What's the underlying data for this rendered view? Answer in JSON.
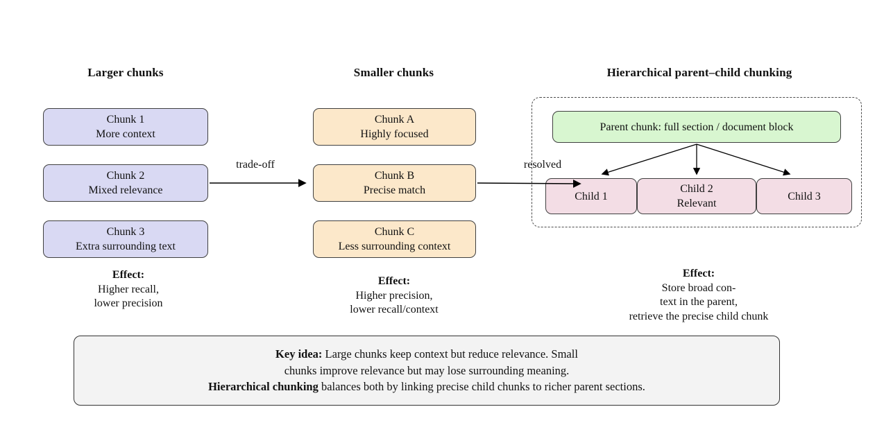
{
  "colors": {
    "larger_fill": "#d9d9f3",
    "smaller_fill": "#fce8ca",
    "parent_fill": "#d8f6d0",
    "child_fill": "#f3dde5",
    "keyidea_fill": "#f3f3f3"
  },
  "columns": {
    "larger": {
      "title": "Larger chunks",
      "chunks": [
        {
          "line1": "Chunk 1",
          "line2": "More context"
        },
        {
          "line1": "Chunk 2",
          "line2": "Mixed relevance"
        },
        {
          "line1": "Chunk 3",
          "line2": "Extra surrounding text"
        }
      ],
      "effect_label": "Effect:",
      "effect_lines": [
        "Higher recall,",
        "lower precision"
      ]
    },
    "smaller": {
      "title": "Smaller chunks",
      "chunks": [
        {
          "line1": "Chunk A",
          "line2": "Highly focused"
        },
        {
          "line1": "Chunk B",
          "line2": "Precise match"
        },
        {
          "line1": "Chunk C",
          "line2": "Less surrounding context"
        }
      ],
      "effect_label": "Effect:",
      "effect_lines": [
        "Higher precision,",
        "lower recall/context"
      ]
    },
    "hierarchical": {
      "title": "Hierarchical parent–child chunking",
      "parent_label": "Parent chunk: full section / document block",
      "children": [
        {
          "line1": "Child 1",
          "line2": ""
        },
        {
          "line1": "Child 2",
          "line2": "Relevant"
        },
        {
          "line1": "Child 3",
          "line2": ""
        }
      ],
      "effect_label": "Effect:",
      "effect_lines": [
        "Store broad con-",
        "text in the parent,",
        "retrieve the precise child chunk"
      ]
    }
  },
  "arrows": {
    "tradeoff_label": "trade-off",
    "resolved_label": "resolved"
  },
  "key_idea": {
    "line1_bold": "Key idea:",
    "line1_rest": " Large chunks keep context but reduce relevance. Small",
    "line2": "chunks improve relevance but may lose surrounding meaning.",
    "line3_bold": "Hierarchical chunking",
    "line3_rest": " balances both by linking precise child chunks to richer parent sections."
  }
}
